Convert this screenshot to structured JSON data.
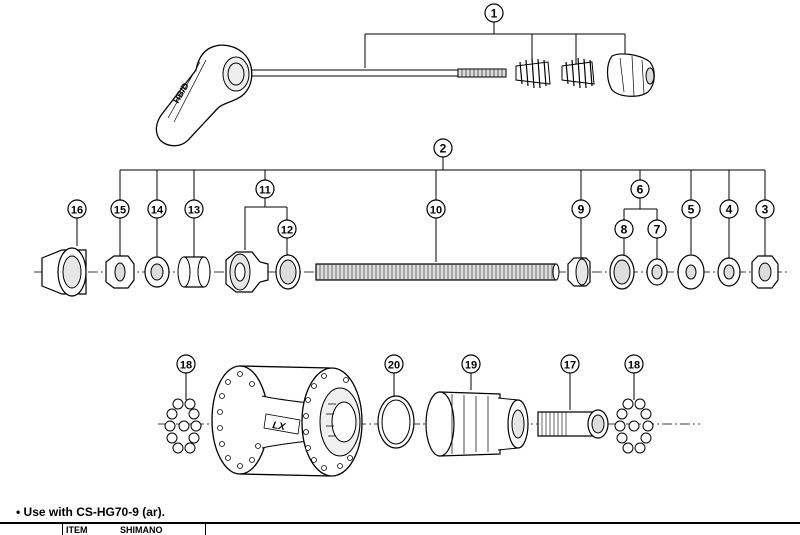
{
  "callouts": [
    {
      "id": "c1",
      "label": "1"
    },
    {
      "id": "c2",
      "label": "2"
    },
    {
      "id": "c3",
      "label": "3"
    },
    {
      "id": "c4",
      "label": "4"
    },
    {
      "id": "c5",
      "label": "5"
    },
    {
      "id": "c6",
      "label": "6"
    },
    {
      "id": "c7",
      "label": "7"
    },
    {
      "id": "c8",
      "label": "8"
    },
    {
      "id": "c9",
      "label": "9"
    },
    {
      "id": "c10",
      "label": "10"
    },
    {
      "id": "c11",
      "label": "11"
    },
    {
      "id": "c12",
      "label": "12"
    },
    {
      "id": "c13",
      "label": "13"
    },
    {
      "id": "c14",
      "label": "14"
    },
    {
      "id": "c15",
      "label": "15"
    },
    {
      "id": "c16",
      "label": "16"
    },
    {
      "id": "c17",
      "label": "17"
    },
    {
      "id": "c18a",
      "label": "18"
    },
    {
      "id": "c18b",
      "label": "18"
    },
    {
      "id": "c19",
      "label": "19"
    },
    {
      "id": "c20",
      "label": "20"
    }
  ],
  "lever_text": "HB/D",
  "hub_text": "LX",
  "note": "• Use with CS-HG70-9 (ar).",
  "table_headers": [
    "ITEM",
    "SHIMANO"
  ]
}
